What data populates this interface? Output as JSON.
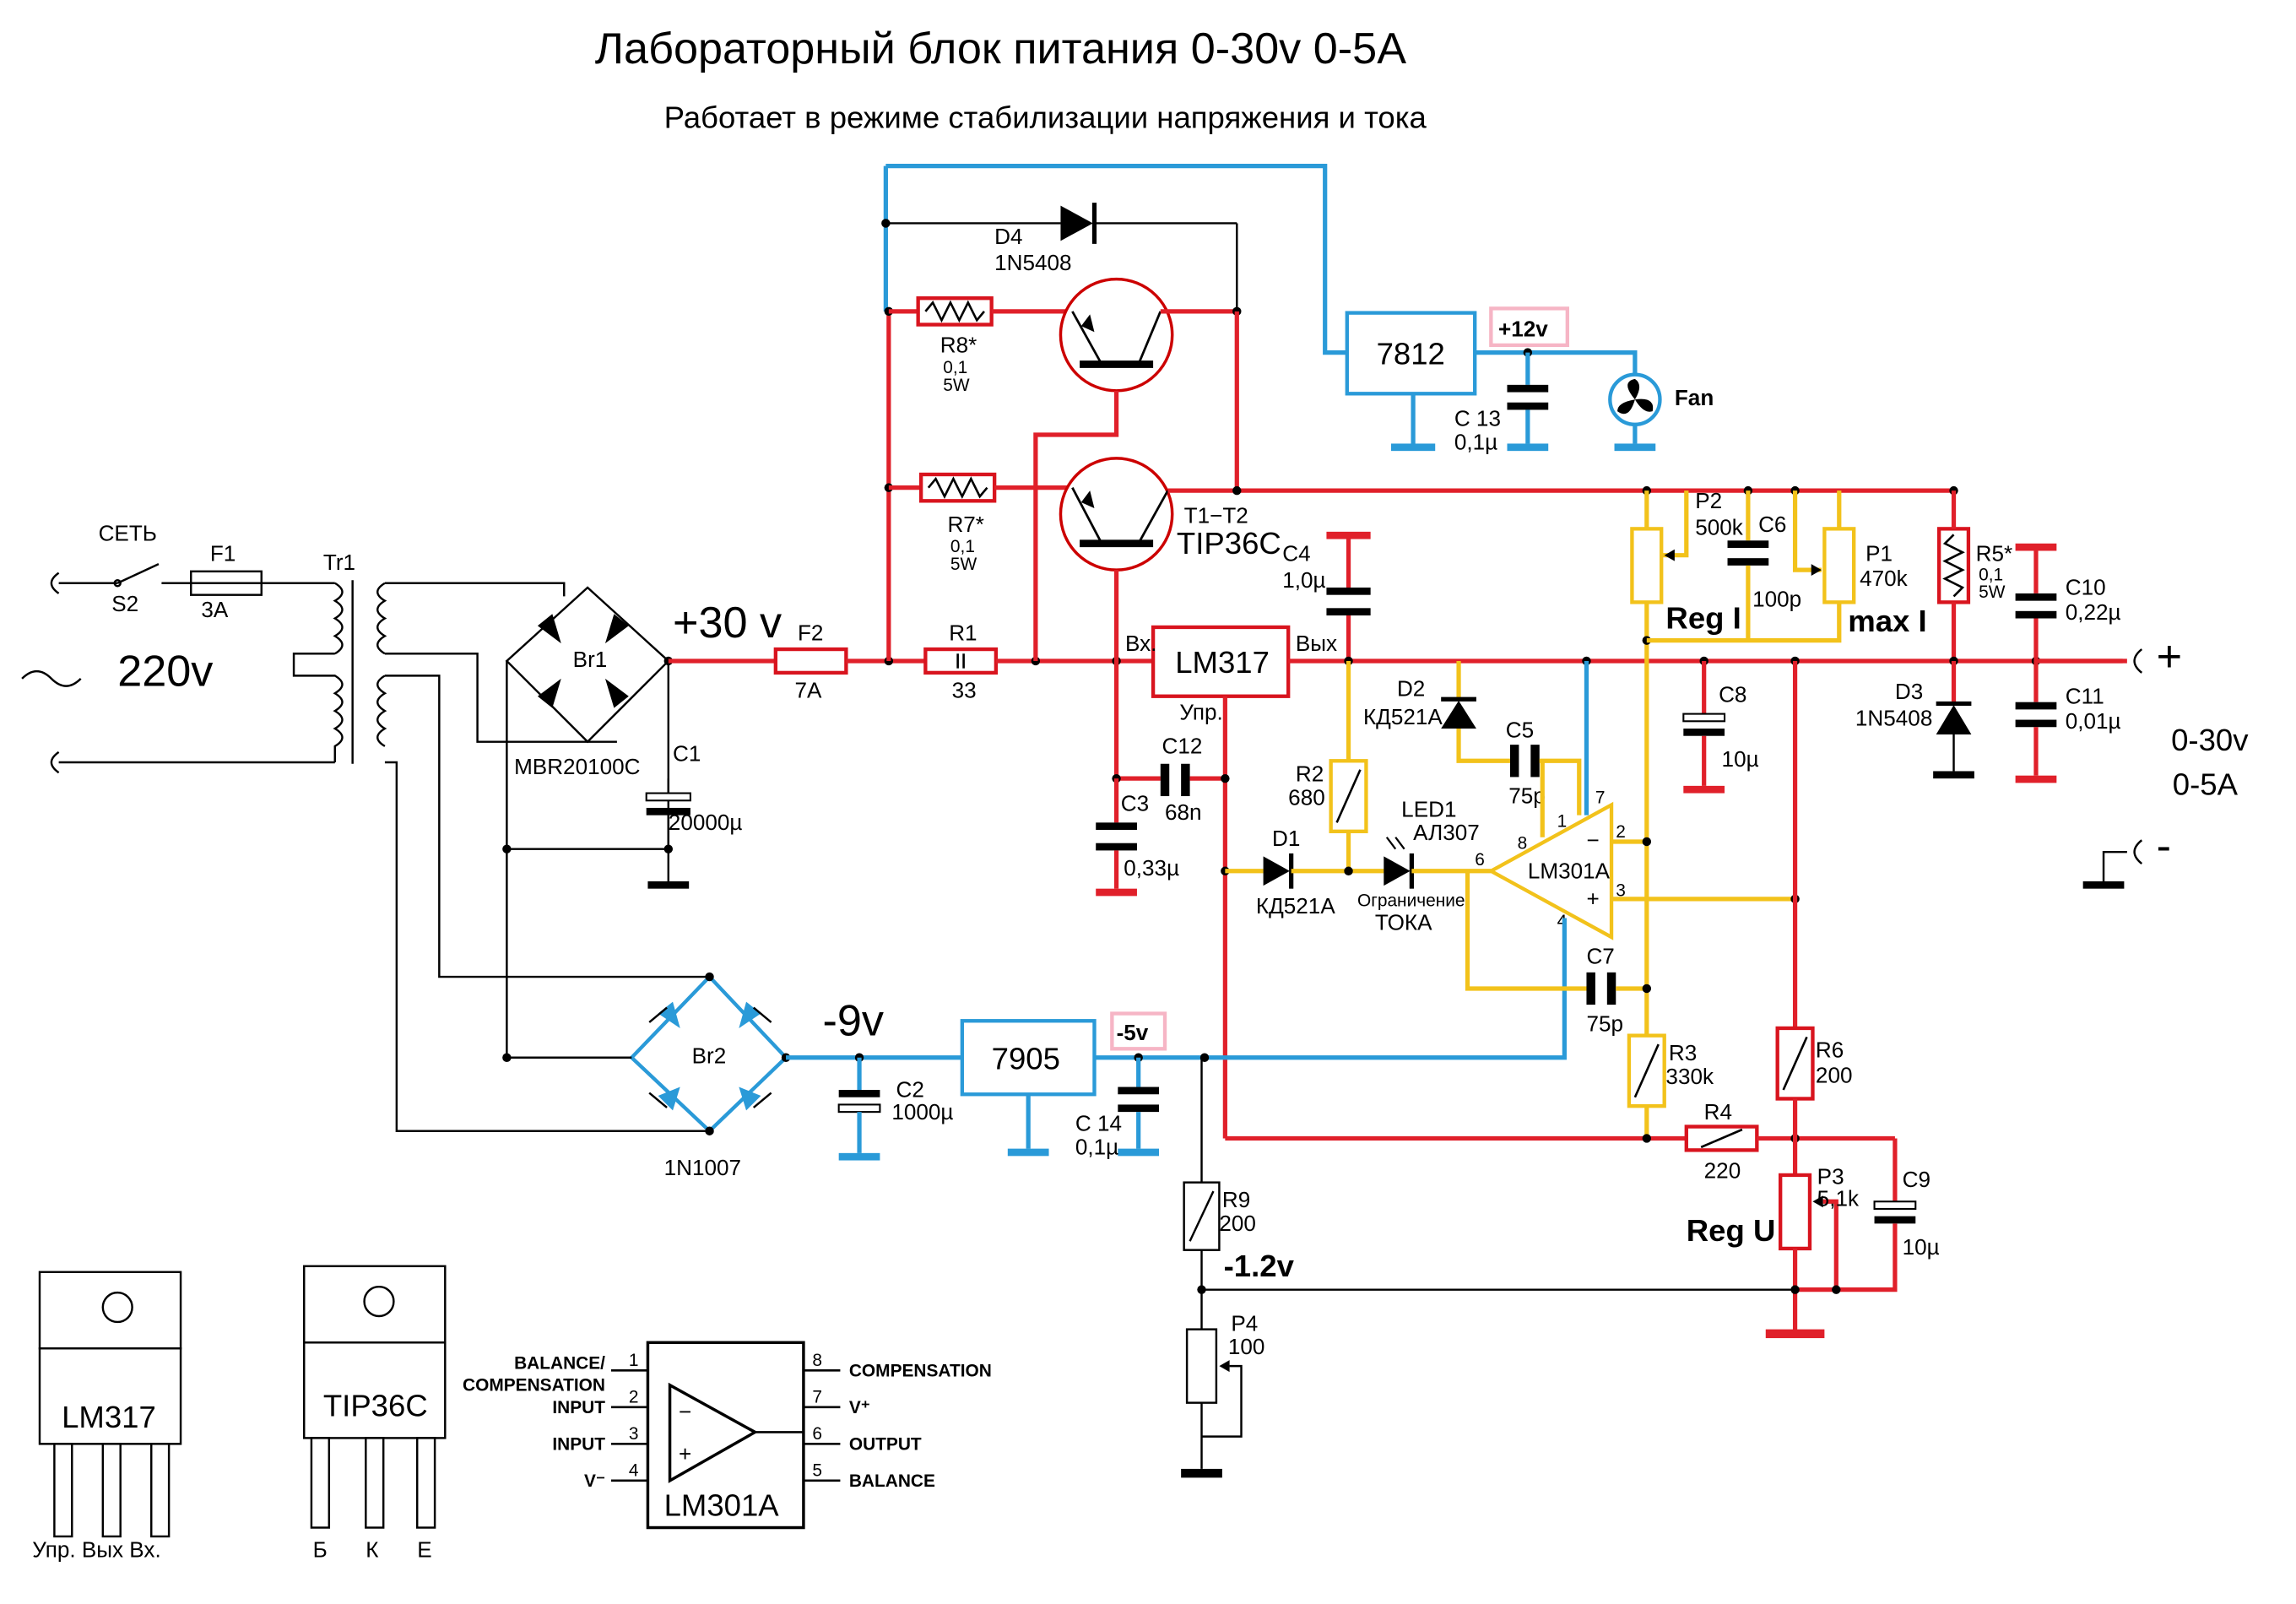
{
  "title": "Лабораторный блок питания  0-30v  0-5A",
  "subtitle": "Работает в режиме стабилизации напряжения и тока",
  "mains": {
    "switch_top": "СЕТЬ",
    "switch_name": "S2",
    "voltage": "220v"
  },
  "fuses": {
    "f1": {
      "name": "F1",
      "value": "3A"
    },
    "f2": {
      "name": "F2",
      "value": "7A"
    }
  },
  "transformer": "Tr1",
  "bridge1": {
    "name": "Br1",
    "part": "MBR20100C"
  },
  "bridge2": {
    "name": "Br2",
    "part": "1N1007"
  },
  "rails": {
    "plus30": "+30 v",
    "minus9": "-9v",
    "minus5": "-5v",
    "plus12": "+12v",
    "minus12": "-1.2v"
  },
  "regulators": {
    "lm317": "LM317",
    "lm317_in": "Вх.",
    "lm317_out": "Вых",
    "lm317_adj": "Упр.",
    "r7812": "7812",
    "r7905": "7905"
  },
  "fan": "Fan",
  "transistors": {
    "name": "T1−T2",
    "part": "TIP36C"
  },
  "diodes": {
    "d4": {
      "name": "D4",
      "part": "1N5408"
    },
    "d3": {
      "name": "D3",
      "part": "1N5408"
    },
    "d2": {
      "name": "D2",
      "part": "КД521А"
    },
    "d1": {
      "name": "D1",
      "part": "КД521А"
    },
    "led": {
      "name": "LED1",
      "part": "АЛ307",
      "note1": "Ограничение",
      "note2": "ТОКА"
    }
  },
  "resistors": {
    "r8": {
      "name": "R8*",
      "v1": "0,1",
      "v2": "5W"
    },
    "r7": {
      "name": "R7*",
      "v1": "0,1",
      "v2": "5W"
    },
    "r1": {
      "name": "R1",
      "value": "33"
    },
    "r2": {
      "name": "R2",
      "value": "680"
    },
    "r3": {
      "name": "R3",
      "value": "330k"
    },
    "r4": {
      "name": "R4",
      "value": "220"
    },
    "r5": {
      "name": "R5*",
      "v1": "0,1",
      "v2": "5W"
    },
    "r6": {
      "name": "R6",
      "value": "200"
    },
    "r9": {
      "name": "R9",
      "value": "200"
    }
  },
  "pots": {
    "p1": {
      "name": "P1",
      "value": "470k",
      "label": "max I"
    },
    "p2": {
      "name": "P2",
      "value": "500k",
      "label": "Reg I"
    },
    "p3": {
      "name": "P3",
      "value": "5,1k",
      "label": "Reg U"
    },
    "p4": {
      "name": "P4",
      "value": "100"
    }
  },
  "capacitors": {
    "c1": {
      "name": "C1",
      "value": "20000µ"
    },
    "c2": {
      "name": "C2",
      "value": "1000µ"
    },
    "c3": {
      "name": "C3",
      "value": "0,33µ"
    },
    "c4": {
      "name": "C4",
      "value": "1,0µ"
    },
    "c5": {
      "name": "C5",
      "value": "75p"
    },
    "c6": {
      "name": "C6",
      "value": "100p"
    },
    "c7": {
      "name": "C7",
      "value": "75p"
    },
    "c8": {
      "name": "C8",
      "value": "10µ"
    },
    "c9": {
      "name": "C9",
      "value": "10µ"
    },
    "c10": {
      "name": "C10",
      "value": "0,22µ"
    },
    "c11": {
      "name": "C11",
      "value": "0,01µ"
    },
    "c12": {
      "name": "C12",
      "value": "68n"
    },
    "c13": {
      "name": "C 13",
      "value": "0,1µ"
    },
    "c14": {
      "name": "C 14",
      "value": "0,1µ"
    }
  },
  "opamp": {
    "name": "LM301A",
    "p1": "1",
    "p2": "2",
    "p3": "3",
    "p4": "4",
    "p6": "6",
    "p7": "7",
    "p8": "8",
    "minus": "−",
    "plus": "+"
  },
  "output": {
    "plus": "+",
    "minus": "-",
    "range1": "0-30v",
    "range2": "0-5A"
  },
  "packages": {
    "lm317": {
      "name": "LM317",
      "pins": "Упр. Вых  Вх."
    },
    "tip36c": {
      "name": "TIP36C",
      "pin1": "Б",
      "pin2": "К",
      "pin3": "Е"
    },
    "lm301a": {
      "name": "LM301A",
      "left_pins": [
        {
          "n": "1",
          "label1": "BALANCE/",
          "label2": "COMPENSATION"
        },
        {
          "n": "2",
          "label1": "INPUT",
          "label2": ""
        },
        {
          "n": "3",
          "label1": "INPUT",
          "label2": ""
        },
        {
          "n": "4",
          "label1": "V⁻",
          "label2": ""
        }
      ],
      "right_pins": [
        {
          "n": "8",
          "label": "COMPENSATION"
        },
        {
          "n": "7",
          "label": "V⁺"
        },
        {
          "n": "6",
          "label": "OUTPUT"
        },
        {
          "n": "5",
          "label": "BALANCE"
        }
      ],
      "minus": "−",
      "plus": "+"
    }
  },
  "colors": {
    "power": "#e0202a",
    "aux": "#2a9ad8",
    "control": "#f2c21b",
    "wire": "#000000"
  }
}
